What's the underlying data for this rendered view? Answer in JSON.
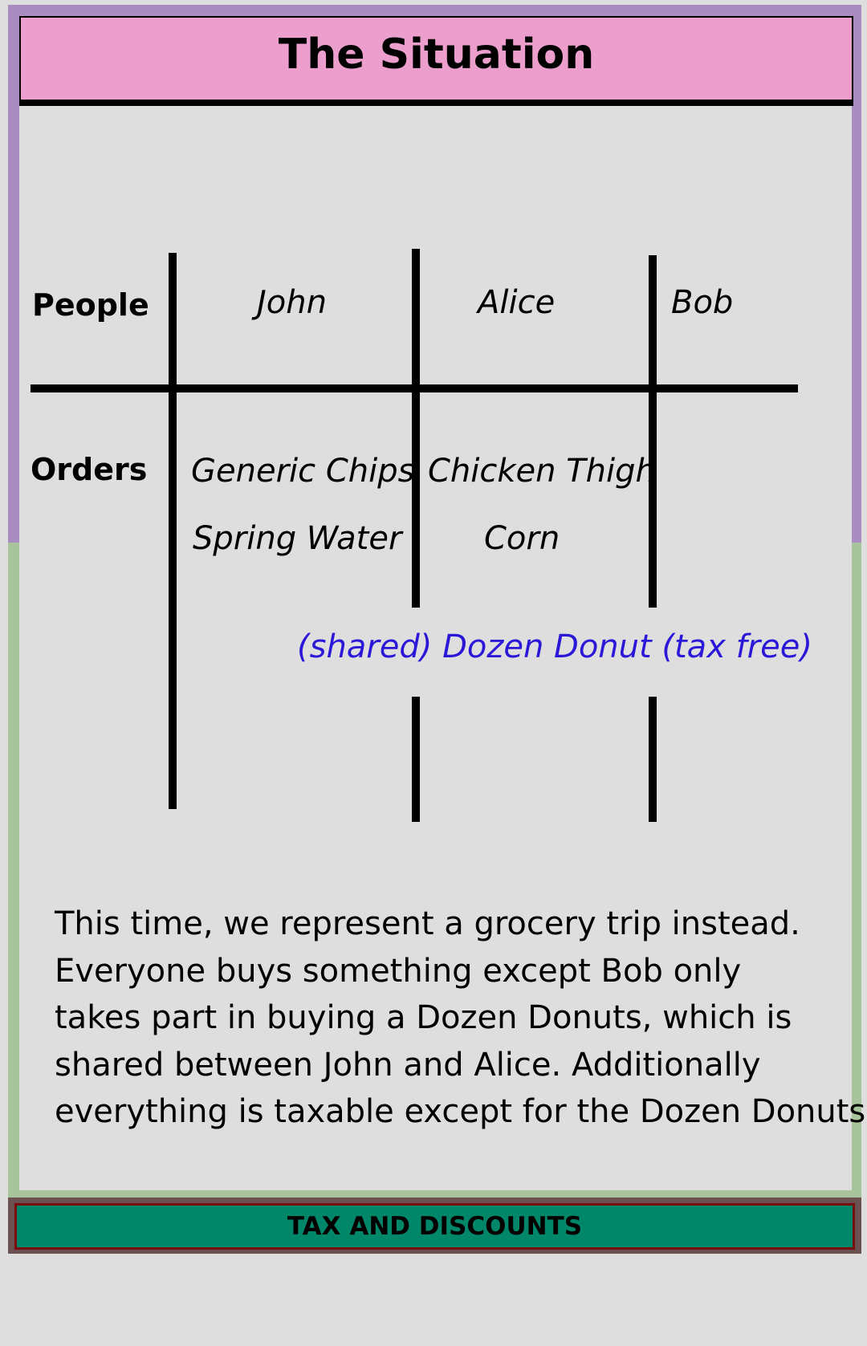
{
  "title": "The Situation",
  "table": {
    "row_labels": {
      "people": "People",
      "orders": "Orders"
    },
    "people": [
      "John",
      "Alice",
      "Bob"
    ],
    "orders": {
      "john": [
        "Generic Chips",
        "Spring Water"
      ],
      "alice": [
        "Chicken Thigh",
        "Corn"
      ],
      "bob": []
    },
    "shared_item": "(shared) Dozen Donut (tax free)",
    "shared_item_color": "#2a17d8"
  },
  "description": [
    "This time, we represent a grocery trip instead.",
    "Everyone buys something except Bob only",
    "takes part in buying a Dozen Donuts, which is",
    "shared between John and Alice. Additionally",
    "everything is taxable except for the Dozen Donuts"
  ],
  "footer_button": "TAX AND DISCOUNTS",
  "colors": {
    "title_bar": "#ec9fcd",
    "frame_top": "#a98cc0",
    "frame_bottom": "#a7c49c",
    "panel": "#dedede",
    "button": "#00876a",
    "button_border": "#7a0d0d"
  }
}
